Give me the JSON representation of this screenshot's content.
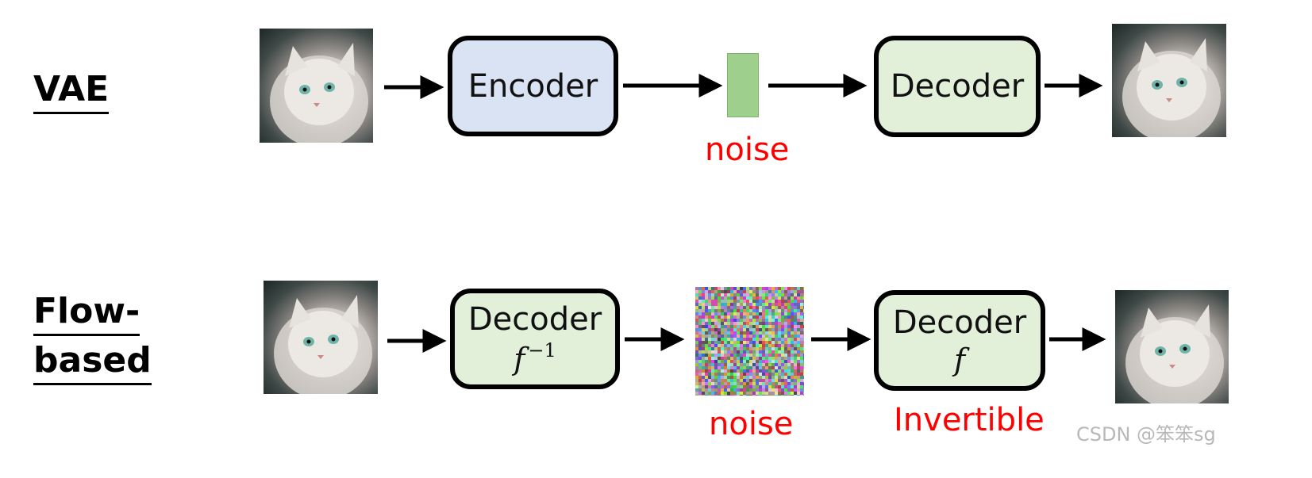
{
  "rows": {
    "vae": {
      "label": "VAE",
      "encoder_label": "Encoder",
      "decoder_label": "Decoder",
      "noise_label": "noise"
    },
    "flow": {
      "label_line1": "Flow-",
      "label_line2": "based",
      "decoder_inverse_label": "Decoder",
      "decoder_inverse_math": "f",
      "decoder_inverse_sup": "−1",
      "decoder_label": "Decoder",
      "decoder_math": "f",
      "noise_label": "noise",
      "invertible_label": "Invertible"
    }
  },
  "colors": {
    "encoder_fill": "#dae3f3",
    "decoder_fill": "#e2efd9",
    "latent_fill": "#9fcf8c",
    "red_text": "#ff0000"
  },
  "watermark": "CSDN @笨笨sg"
}
